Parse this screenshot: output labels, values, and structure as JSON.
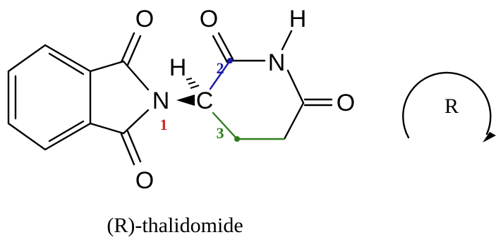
{
  "atoms": {
    "o_top_phthal": "O",
    "o_bottom_phthal": "O",
    "n_phthal": "N",
    "o_top_glut": "O",
    "h_nh": "H",
    "n_glut": "N",
    "o_right_glut": "O",
    "h_stereo": "H",
    "c_stereo": "C"
  },
  "numbers": {
    "n1": "1",
    "n2": "2",
    "n3": "3"
  },
  "rotation": {
    "label": "R"
  },
  "caption": "(R)-thalidomide",
  "colors": {
    "n1": "#cc2222",
    "n2": "#1a1aa6",
    "n3": "#2e7d1e"
  }
}
